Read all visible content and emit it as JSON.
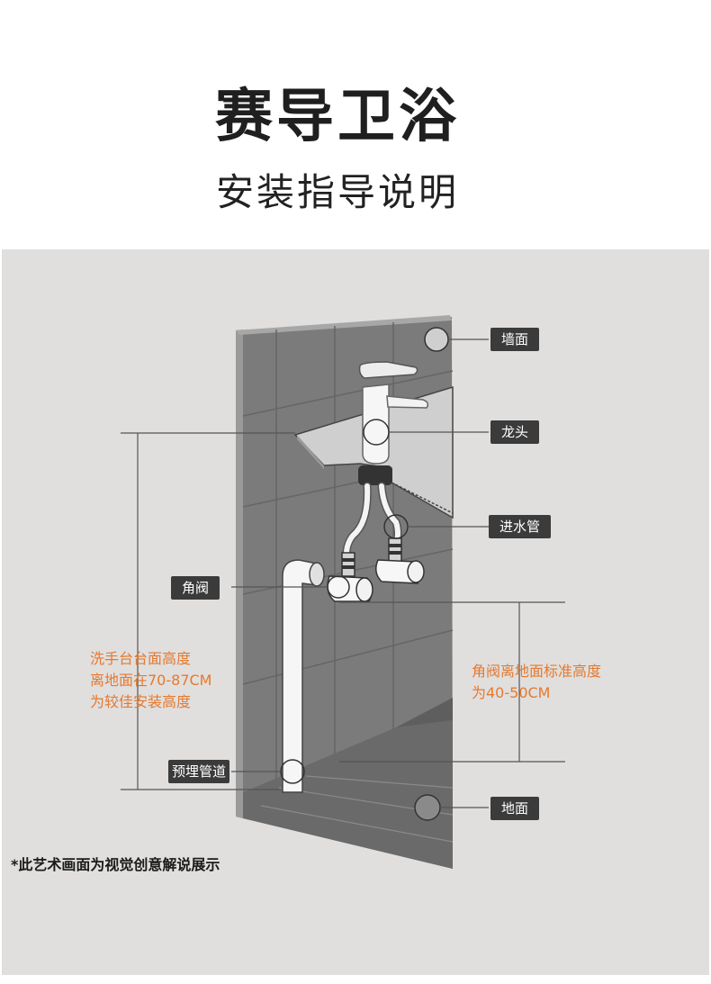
{
  "header": {
    "brand": "赛导卫浴",
    "subtitle": "安装指导说明"
  },
  "labels": {
    "wall": "墙面",
    "faucet": "龙头",
    "inlet_pipe": "进水管",
    "angle_valve": "角阀",
    "buried_pipe": "预埋管道",
    "floor": "地面"
  },
  "notes": {
    "basin_height": [
      "洗手台台面高度",
      "离地面在70-87CM",
      "为较佳安装高度"
    ],
    "valve_height": [
      "角阀离地面标准高度",
      "为40-50CM"
    ]
  },
  "footer": {
    "disclaimer": "*此艺术画面为视觉创意解说展示"
  },
  "colors": {
    "panel_bg": "#e0dfde",
    "wall": "#7d7d7d",
    "label_bg": "#3b3b3b",
    "note_text": "#e5792f"
  }
}
